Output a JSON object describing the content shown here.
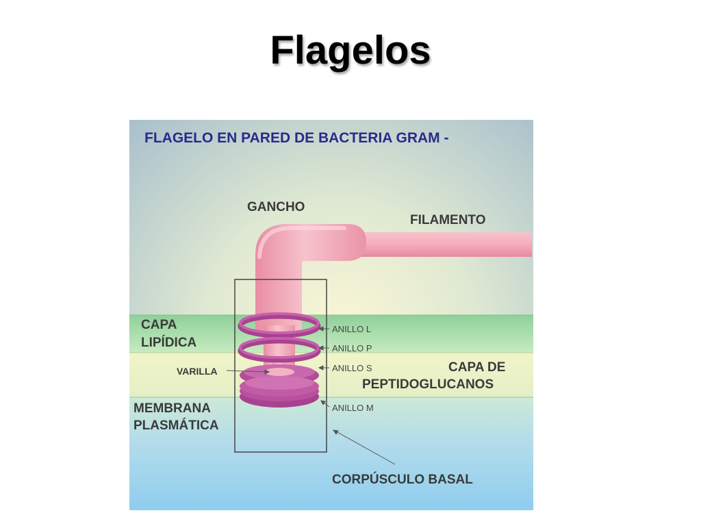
{
  "slide": {
    "title": "Flagelos"
  },
  "diagram": {
    "heading": "FLAGELO EN PARED DE BACTERIA GRAM -",
    "labels": {
      "gancho": "GANCHO",
      "filamento": "FILAMENTO",
      "capa_lipidica_1": "CAPA",
      "capa_lipidica_2": "LIPÍDICA",
      "varilla": "VARILLA",
      "membrana_1": "MEMBRANA",
      "membrana_2": "PLASMÁTICA",
      "anillo_l": "ANILLO L",
      "anillo_p": "ANILLO P",
      "anillo_s": "ANILLO S",
      "anillo_m": "ANILLO M",
      "peptido_1": "CAPA DE",
      "peptido_2": "PEPTIDOGLUCANOS",
      "corpusculo": "CORPÚSCULO BASAL"
    },
    "colors": {
      "heading": "#2a2a8a",
      "label": "#3a3a3a",
      "flagellum": "#f0a6b4",
      "ring": "#b04a98",
      "lipid_layer": "#9fd8a6",
      "peptidoglycan_layer": "#eef2c4",
      "membrane_bg": "#9cd4ec"
    }
  }
}
